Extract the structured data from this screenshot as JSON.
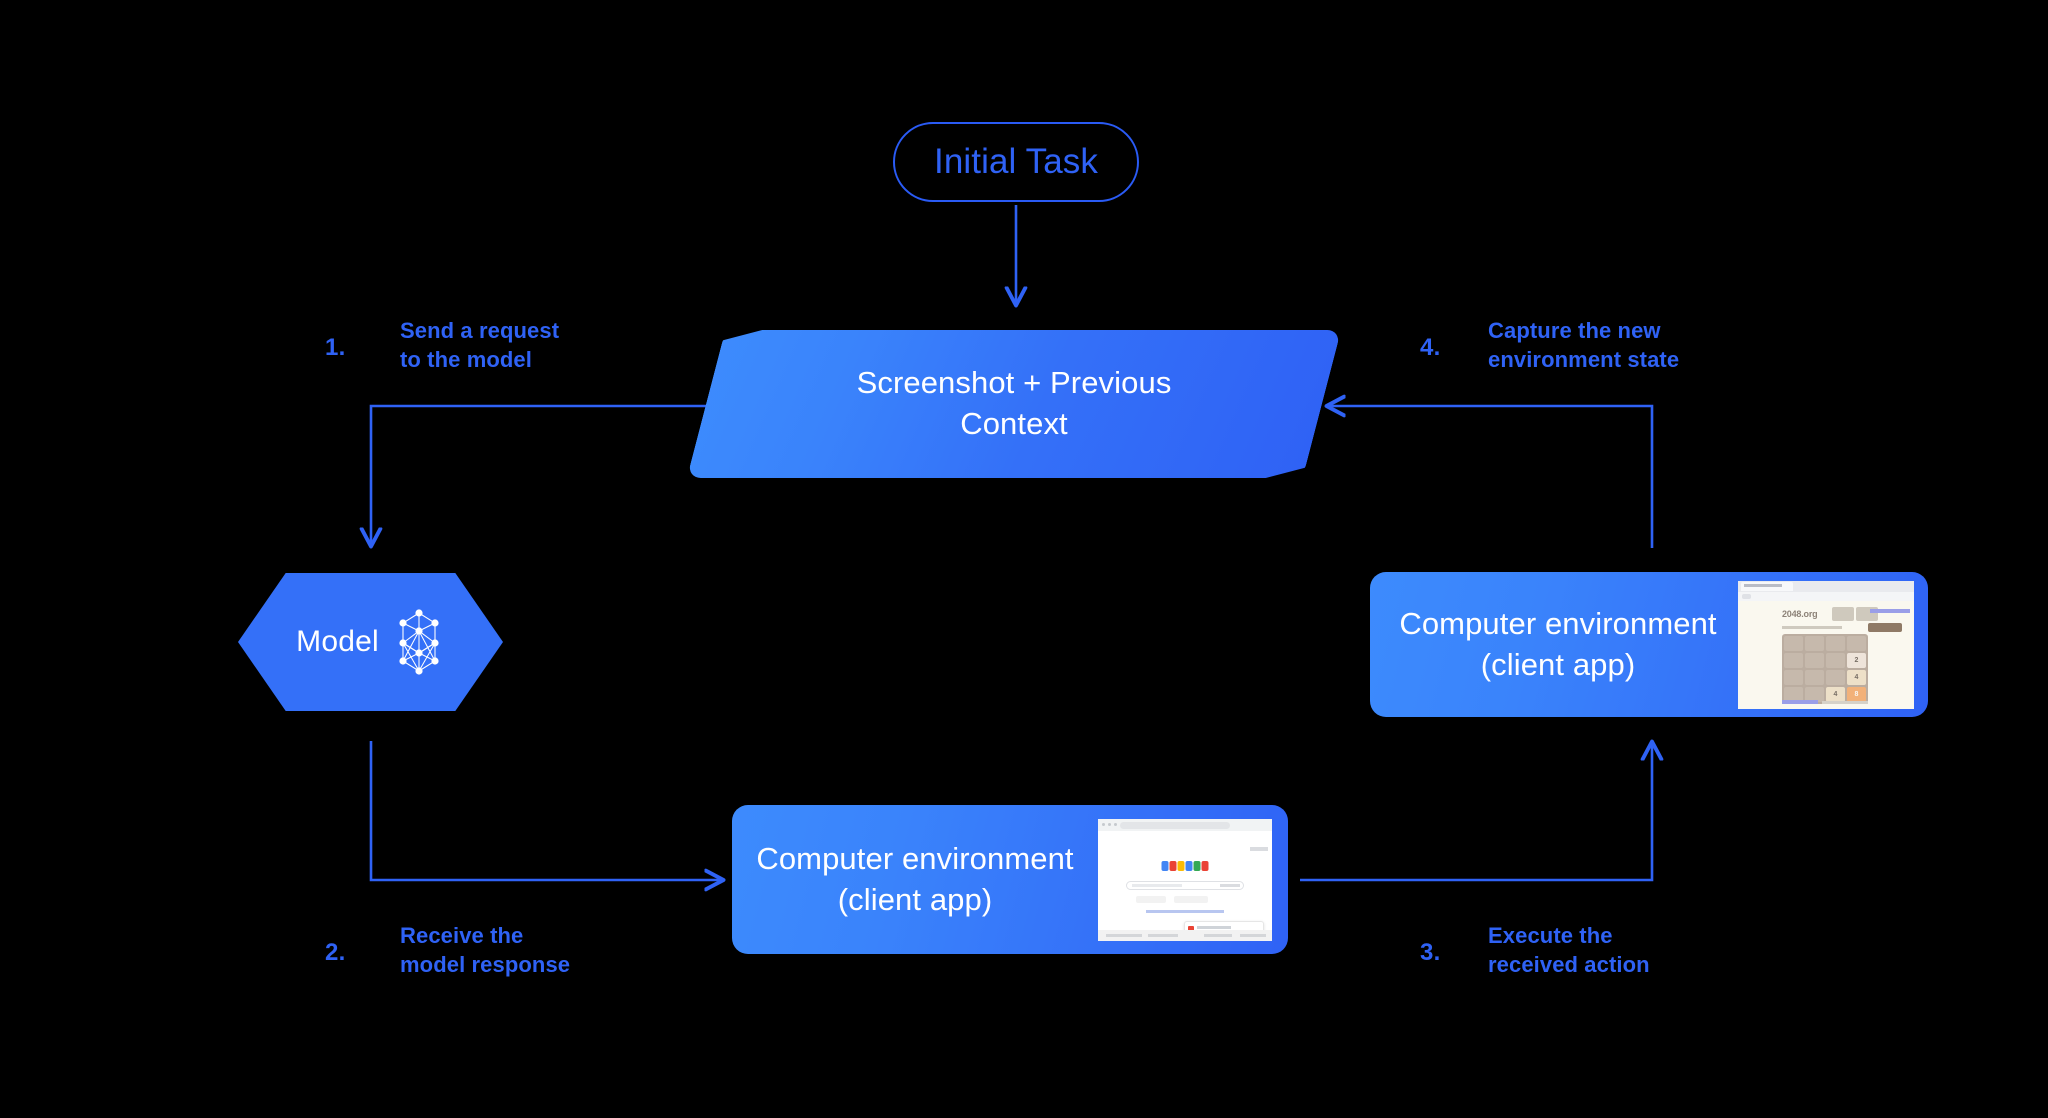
{
  "diagram": {
    "title": "Computer-use agent loop",
    "accent_color": "#2f62f5",
    "node_gradient_from": "#3d8bfd",
    "node_gradient_to": "#2f62f5",
    "background_color": "#000000",
    "text_on_node_color": "#ffffff"
  },
  "nodes": {
    "initial_task": {
      "label": "Initial Task",
      "shape": "pill"
    },
    "context": {
      "label_line1": "Screenshot + Previous",
      "label_line2": "Context",
      "shape": "parallelogram"
    },
    "model": {
      "label": "Model",
      "shape": "hexagon",
      "icon": "neural-network-icon"
    },
    "env_top": {
      "label_line1": "Computer environment",
      "label_line2": "(client app)",
      "shape": "rounded-rect",
      "thumbnail": "2048-game-screenshot"
    },
    "env_bottom": {
      "label_line1": "Computer environment",
      "label_line2": "(client app)",
      "shape": "rounded-rect",
      "thumbnail": "google-search-screenshot"
    }
  },
  "steps": [
    {
      "number": "1.",
      "text": "Send a request\nto the model"
    },
    {
      "number": "2.",
      "text": "Receive the\nmodel response"
    },
    {
      "number": "3.",
      "text": "Execute the\nreceived action"
    },
    {
      "number": "4.",
      "text": "Capture the new\nenvironment state"
    }
  ],
  "thumbnails": {
    "game_2048": {
      "site_title": "2048.org",
      "new_game_button": "",
      "tiles": [
        [
          "",
          "",
          "",
          ""
        ],
        [
          "",
          "",
          "",
          "2"
        ],
        [
          "",
          "",
          "",
          "4"
        ],
        [
          "",
          "",
          "4",
          "8"
        ]
      ]
    },
    "google": {
      "logo_colors": [
        "#4285f4",
        "#ea4335",
        "#fbbc05",
        "#4285f4",
        "#34a853",
        "#ea4335"
      ]
    }
  }
}
